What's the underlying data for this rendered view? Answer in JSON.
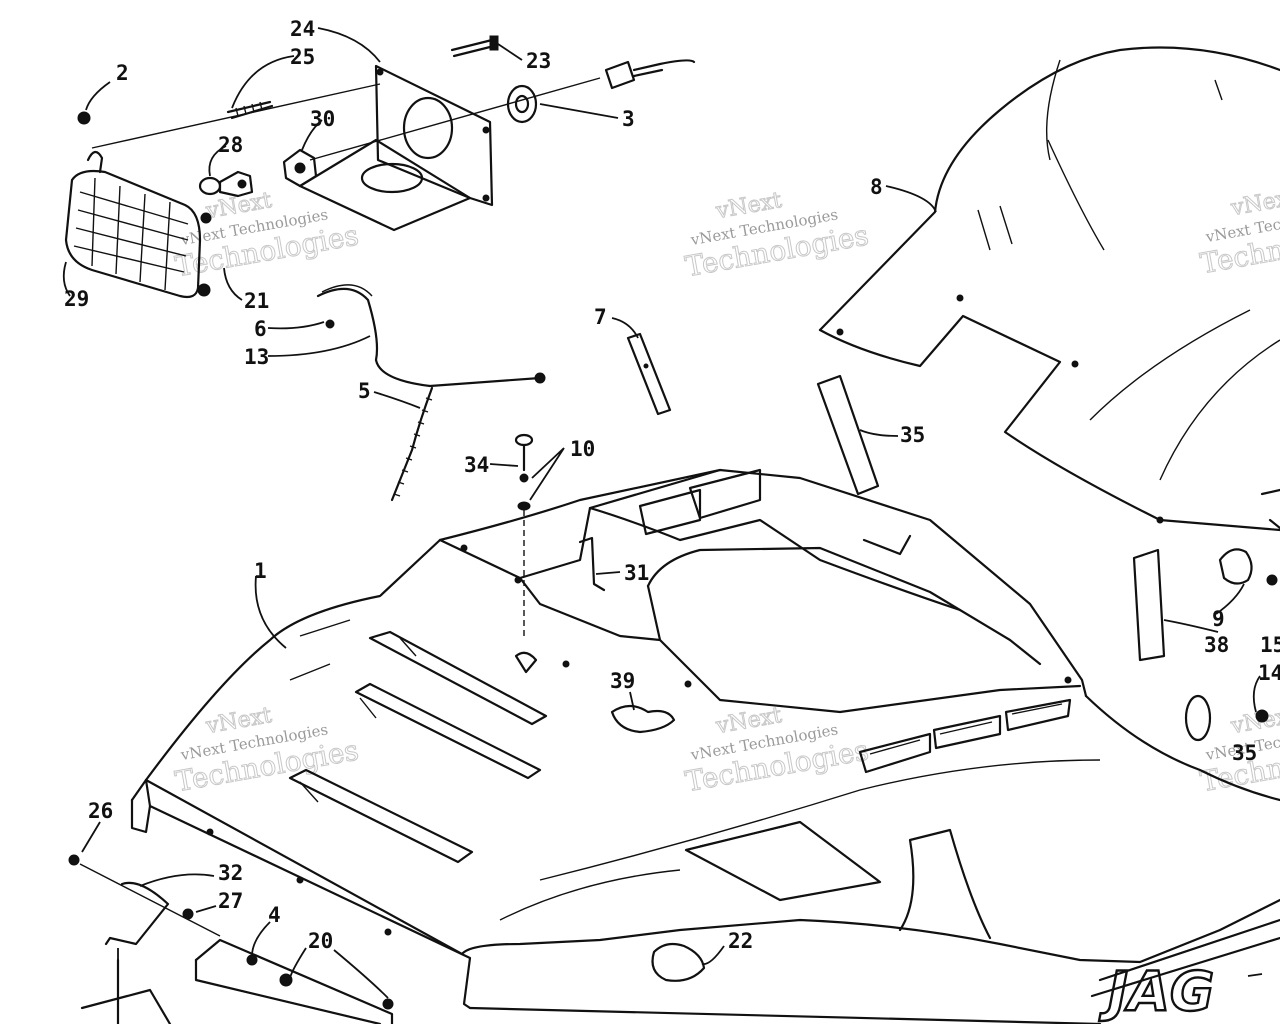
{
  "diagram": {
    "watermark": {
      "brand": "vNext",
      "company": "vNext Technologies",
      "word": "Technologies"
    },
    "callouts": {
      "c1": "1",
      "c2": "2",
      "c3": "3",
      "c4": "4",
      "c5": "5",
      "c6": "6",
      "c7": "7",
      "c8": "8",
      "c9": "9",
      "c10": "10",
      "c13": "13",
      "c14": "14",
      "c15": "15",
      "c20": "20",
      "c21": "21",
      "c22": "22",
      "c23": "23",
      "c24": "24",
      "c25": "25",
      "c26": "26",
      "c27": "27",
      "c28": "28",
      "c29": "29",
      "c30": "30",
      "c31": "31",
      "c32": "32",
      "c34": "34",
      "c35a": "35",
      "c35b": "35",
      "c38": "38",
      "c39": "39"
    },
    "decal_text": "JAG"
  }
}
